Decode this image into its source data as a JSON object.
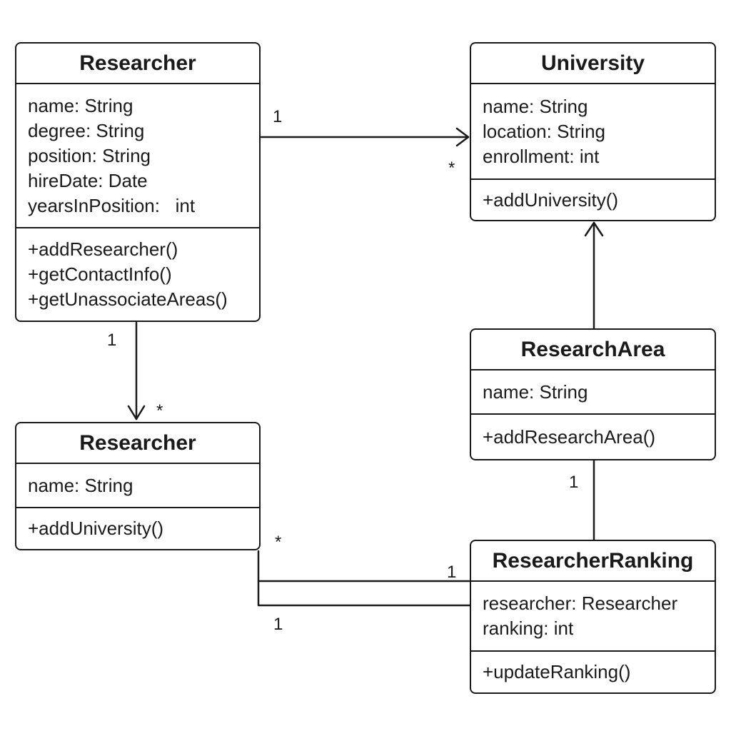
{
  "classes": {
    "researcher_top": {
      "name": "Researcher",
      "attributes": [
        "name: String",
        "degree: String",
        "position: String",
        "hireDate: Date",
        "yearsInPosition:   int"
      ],
      "operations": [
        "+addResearcher()",
        "+getContactInfo()",
        "+getUnassociateAreas()"
      ]
    },
    "university": {
      "name": "University",
      "attributes": [
        "name: String",
        "location: String",
        "enrollment: int"
      ],
      "operations": [
        "+addUniversity()"
      ]
    },
    "researcher_bottom": {
      "name": "Researcher",
      "attributes": [
        "name: String"
      ],
      "operations": [
        "+addUniversity()"
      ]
    },
    "research_area": {
      "name": "ResearchArea",
      "attributes": [
        "name: String"
      ],
      "operations": [
        "+addResearchArea()"
      ]
    },
    "researcher_ranking": {
      "name": "ResearcherRanking",
      "attributes": [
        "researcher: Researcher",
        "ranking: int"
      ],
      "operations": [
        "+updateRanking()"
      ]
    }
  },
  "multiplicities": {
    "researcher_university_source": "1",
    "researcher_university_target": "*",
    "researcher_researcher_source": "1",
    "researcher_researcher_target": "*",
    "researcher_ranking_star": "*",
    "ranking_upper_one": "1",
    "researcher_ranking_lower_one": "1",
    "researcharea_ranking_one": "1"
  }
}
